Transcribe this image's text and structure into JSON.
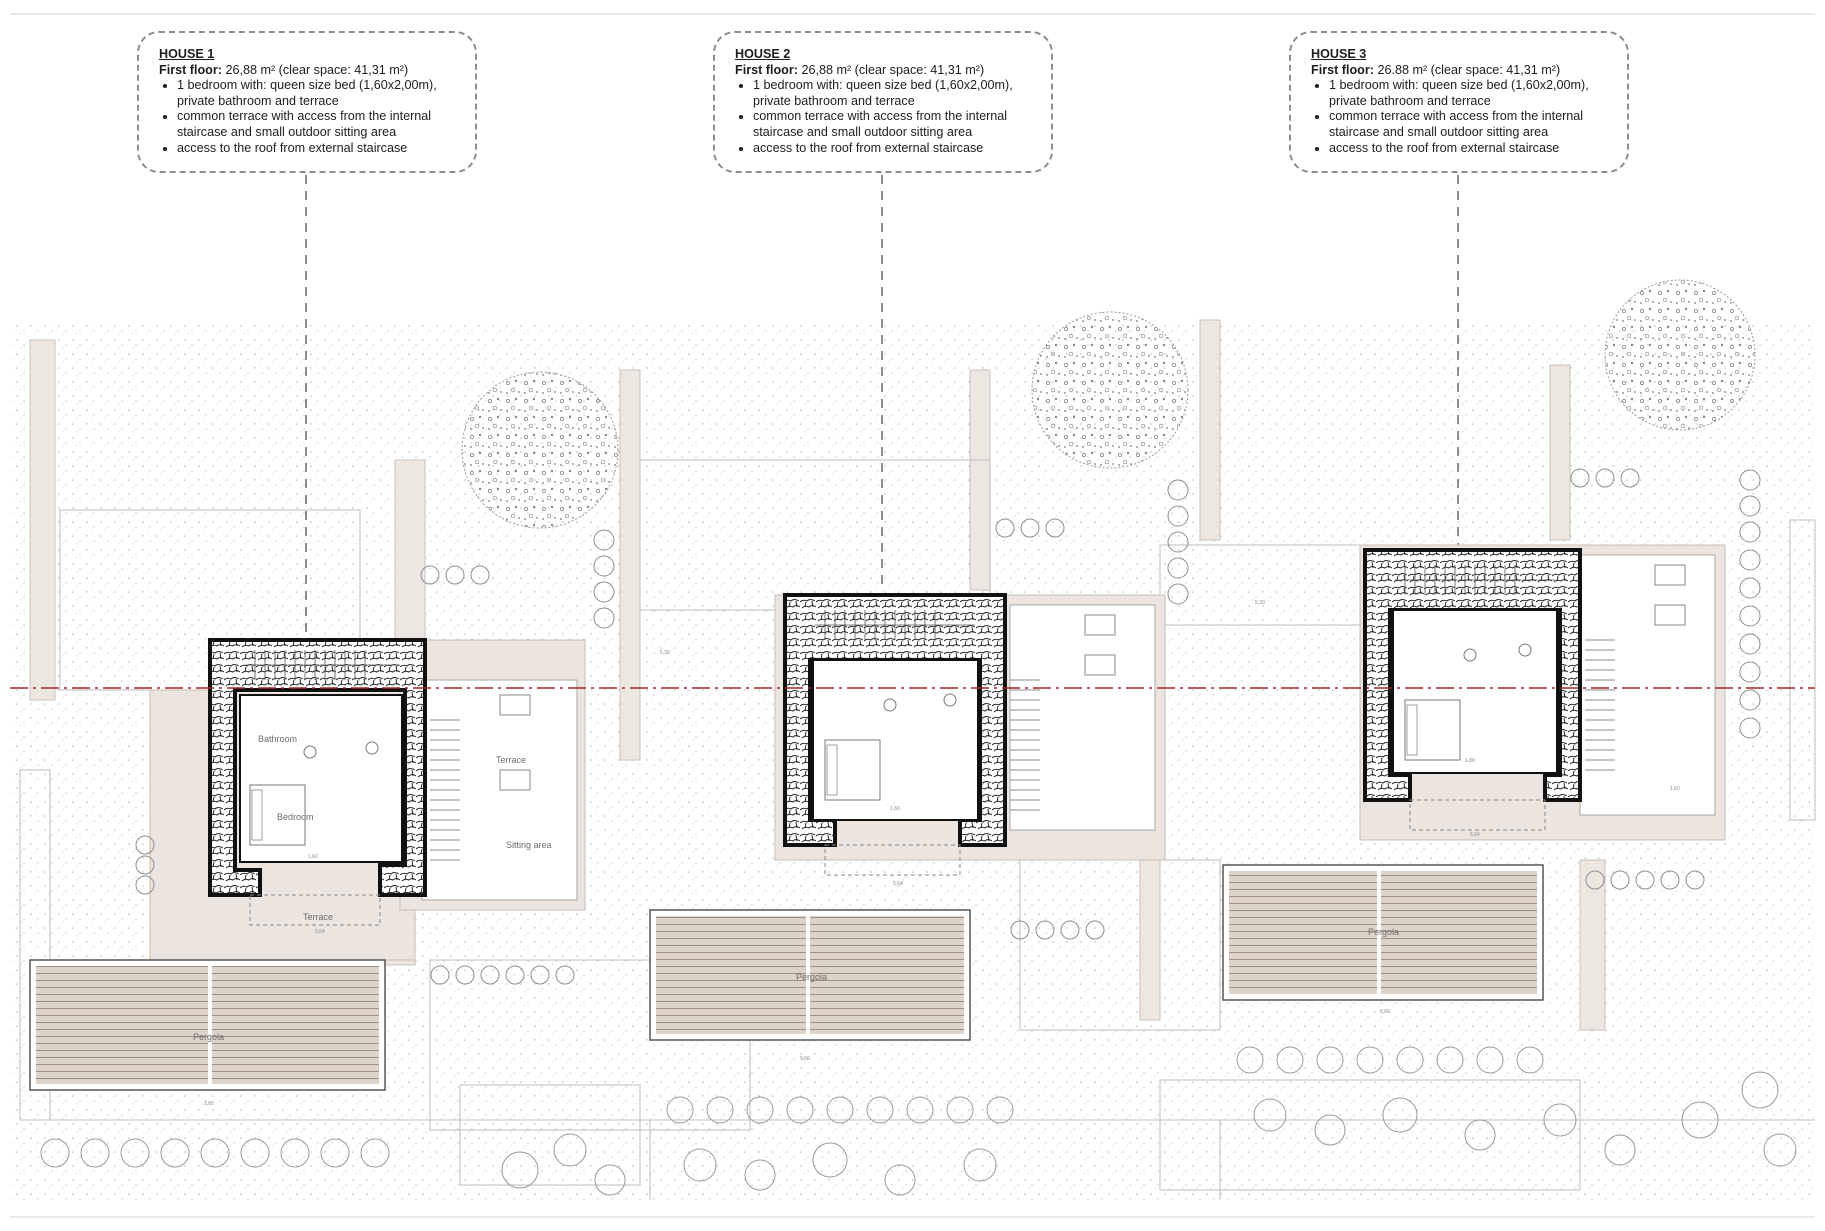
{
  "houses": [
    {
      "title": "HOUSE 1",
      "first_floor_label": "First floor:",
      "area": "26,88 m² (clear space: 41,31 m²)",
      "features": [
        "1 bedroom with: queen size bed (1,60x2,00m), private bathroom and terrace",
        "common terrace with access from the internal staircase and small outdoor sitting area",
        "access to the roof from external staircase"
      ]
    },
    {
      "title": "HOUSE 2",
      "first_floor_label": "First floor:",
      "area": "26,88 m² (clear space: 41,31 m²)",
      "features": [
        "1 bedroom with: queen size bed (1,60x2,00m), private bathroom and terrace",
        "common terrace with access from the internal staircase and small outdoor sitting area",
        "access to the roof from external staircase"
      ]
    },
    {
      "title": "HOUSE 3",
      "first_floor_label": "First floor:",
      "area": "26.88 m² (clear space: 41,31 m²)",
      "features": [
        "1 bedroom with: queen size bed (1,60x2,00m), private bathroom and terrace",
        "common terrace with access from the internal staircase and small outdoor sitting area",
        "access to the roof from external staircase"
      ]
    }
  ],
  "room_labels": {
    "bathroom": "Bathroom",
    "bedroom": "Bedroom",
    "terrace": "Terrace",
    "sitting_area": "Sitting area",
    "terrace_small": "Terrace",
    "pergola_1": "Pergola",
    "pergola_2": "Pergola",
    "pergola_3": "Pergola"
  },
  "dimension_texts": {
    "d1": "5,30",
    "d2": "5,30",
    "d3": "1,60",
    "d4": "9,60",
    "d5": "1,60",
    "d6": "8,60",
    "d7": "5,64",
    "d8": "5,64",
    "d9": "5,64",
    "d10": "1,80",
    "d11": "1,80",
    "d12": "1,60"
  },
  "colors": {
    "wall": "#111111",
    "stone_fill": "#ffffff",
    "paving": "#ebe4df",
    "pergola": "#d9cfc5",
    "section_line": "#a0262a",
    "tree": "#9a9a9a",
    "leader": "#8e8e8e"
  }
}
